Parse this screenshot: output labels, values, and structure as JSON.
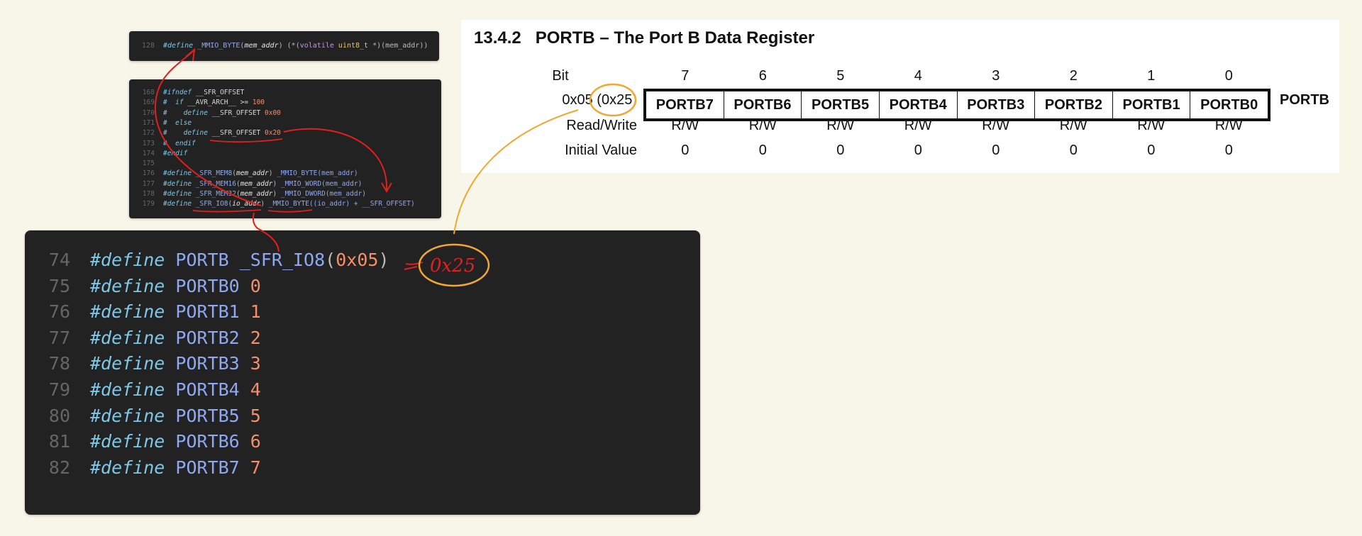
{
  "snippet_top": {
    "line_no": "128",
    "kw": "#define",
    "name": "_MMIO_BYTE",
    "param": "mem_addr",
    "body_a": "(*(",
    "volatile": "volatile",
    "type": "uint8_t",
    "body_b": "*)(mem_addr))"
  },
  "snippet_mid": {
    "lines": [
      {
        "n": "168",
        "kw": "#ifndef",
        "rest": " __SFR_OFFSET"
      },
      {
        "n": "169",
        "kw": "#  if",
        "rest": " __AVR_ARCH__ >= ",
        "num": "100"
      },
      {
        "n": "170",
        "kw": "#    define",
        "rest": " __SFR_OFFSET ",
        "num": "0x00"
      },
      {
        "n": "171",
        "kw": "#  else",
        "rest": ""
      },
      {
        "n": "172",
        "kw": "#    define",
        "rest": " __SFR_OFFSET ",
        "num": "0x20"
      },
      {
        "n": "173",
        "kw": "#  endif",
        "rest": ""
      },
      {
        "n": "174",
        "kw": "#endif",
        "rest": ""
      },
      {
        "n": "175",
        "kw": "",
        "rest": ""
      },
      {
        "n": "176",
        "kw": "#define",
        "mac": " _SFR_MEM8",
        "param": "mem_addr",
        "rest2": " _MMIO_BYTE(mem_addr)"
      },
      {
        "n": "177",
        "kw": "#define",
        "mac": " _SFR_MEM16",
        "param": "mem_addr",
        "rest2": " _MMIO_WORD(mem_addr)"
      },
      {
        "n": "178",
        "kw": "#define",
        "mac": " _SFR_MEM32",
        "param": "mem_addr",
        "rest2": " _MMIO_DWORD(mem_addr)"
      },
      {
        "n": "179",
        "kw": "#define",
        "mac": " _SFR_IO8",
        "param": "io_addr",
        "rest2": " _MMIO_BYTE((io_addr) + __SFR_OFFSET)"
      }
    ]
  },
  "snippet_main": {
    "lines": [
      {
        "n": "74",
        "kw": "#define",
        "name": "PORTB",
        "extra": "_SFR_IO8",
        "arg": "0x05"
      },
      {
        "n": "75",
        "kw": "#define",
        "name": "PORTB0",
        "val": "0"
      },
      {
        "n": "76",
        "kw": "#define",
        "name": "PORTB1",
        "val": "1"
      },
      {
        "n": "77",
        "kw": "#define",
        "name": "PORTB2",
        "val": "2"
      },
      {
        "n": "78",
        "kw": "#define",
        "name": "PORTB3",
        "val": "3"
      },
      {
        "n": "79",
        "kw": "#define",
        "name": "PORTB4",
        "val": "4"
      },
      {
        "n": "80",
        "kw": "#define",
        "name": "PORTB5",
        "val": "5"
      },
      {
        "n": "81",
        "kw": "#define",
        "name": "PORTB6",
        "val": "6"
      },
      {
        "n": "82",
        "kw": "#define",
        "name": "PORTB7",
        "val": "7"
      }
    ]
  },
  "register": {
    "section": "13.4.2",
    "title": "PORTB – The Port B Data Register",
    "bit_label": "Bit",
    "bits": [
      "7",
      "6",
      "5",
      "4",
      "3",
      "2",
      "1",
      "0"
    ],
    "address": "0x05 (0x25)",
    "names": [
      "PORTB7",
      "PORTB6",
      "PORTB5",
      "PORTB4",
      "PORTB3",
      "PORTB2",
      "PORTB1",
      "PORTB0"
    ],
    "reg_name": "PORTB",
    "rw_label": "Read/Write",
    "rw": [
      "R/W",
      "R/W",
      "R/W",
      "R/W",
      "R/W",
      "R/W",
      "R/W",
      "R/W"
    ],
    "init_label": "Initial Value",
    "init": [
      "0",
      "0",
      "0",
      "0",
      "0",
      "0",
      "0",
      "0"
    ]
  },
  "annotation": {
    "handwritten": "0x25",
    "red": "#e02020",
    "orange": "#f0a830"
  }
}
